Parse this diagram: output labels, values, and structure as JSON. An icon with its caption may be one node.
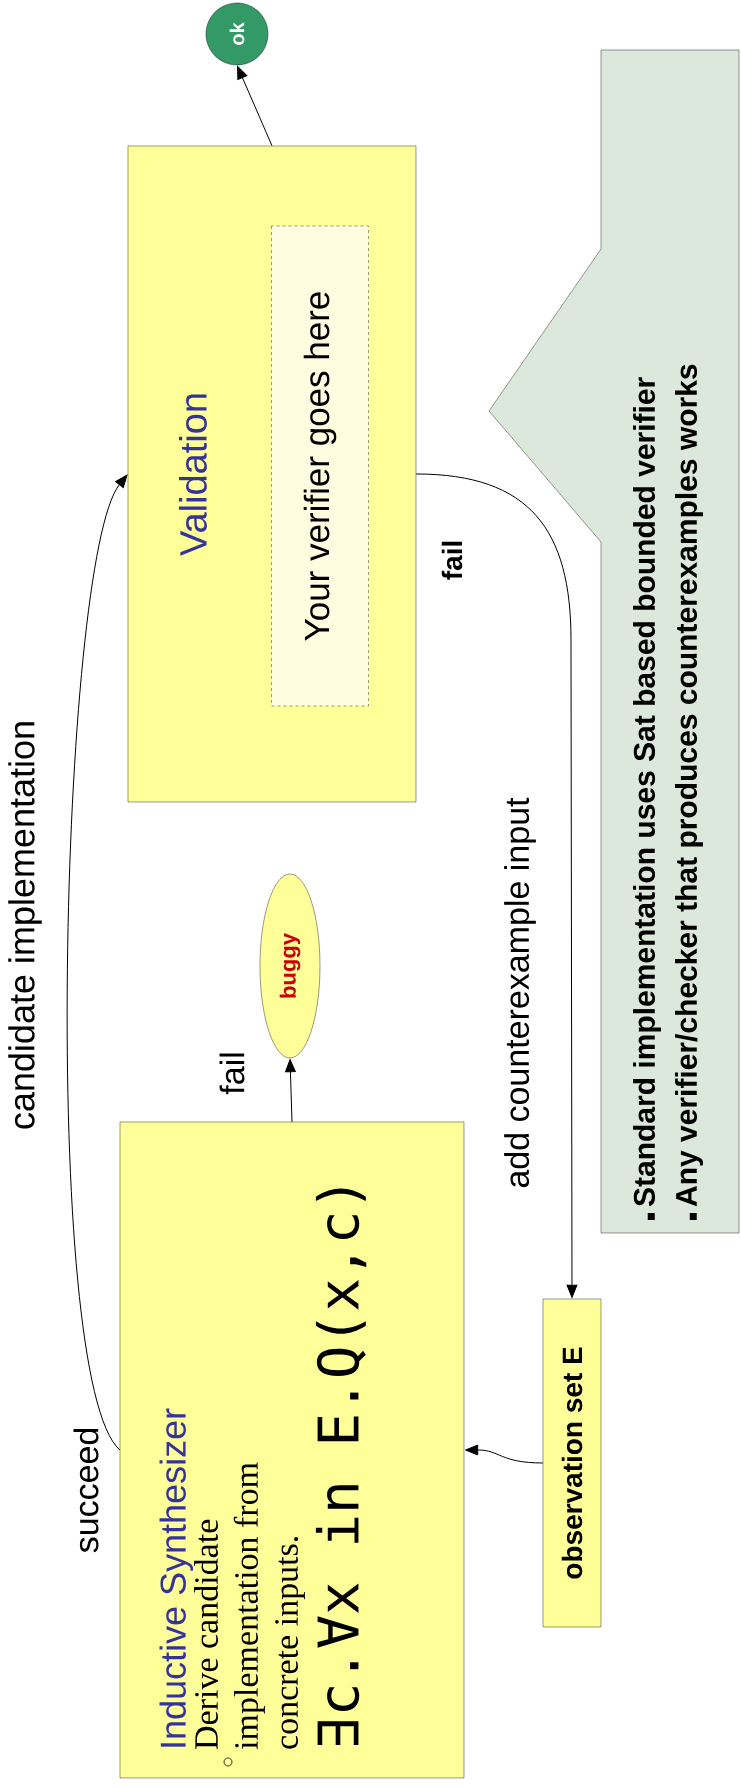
{
  "diagram": {
    "nodes": [
      {
        "text": [
          "Inductive Synthesizer",
          "Derive candidate implementation from concrete inputs.",
          "∃c.∀x in E.Q(x,c)"
        ]
      },
      {
        "text": [
          "Validation"
        ]
      },
      {
        "text": [
          "Your verifier goes here"
        ],
        "in": 1
      },
      {
        "text": [
          "ok"
        ]
      },
      {
        "text": [
          "buggy"
        ]
      },
      {
        "text": [
          "observation set E"
        ]
      },
      {
        "text": [
          "Standard implementation uses Sat based bounded verifier",
          "Any verifier/checker that produces counterexamples works"
        ]
      }
    ],
    "edges": [
      {
        "from": 0,
        "to": 1,
        "arrow": "to",
        "label": "candidate implementation"
      },
      {
        "from": 1,
        "to": 3,
        "arrow": "to"
      },
      {
        "from": 0,
        "to": 4,
        "arrow": "to",
        "label": "fail"
      },
      {
        "from": 1,
        "to": 5,
        "arrow": "to",
        "label": "fail"
      },
      {
        "from": 5,
        "to": 0,
        "arrow": "to"
      }
    ],
    "labels": [
      "succeed",
      "add counterexample input"
    ]
  }
}
